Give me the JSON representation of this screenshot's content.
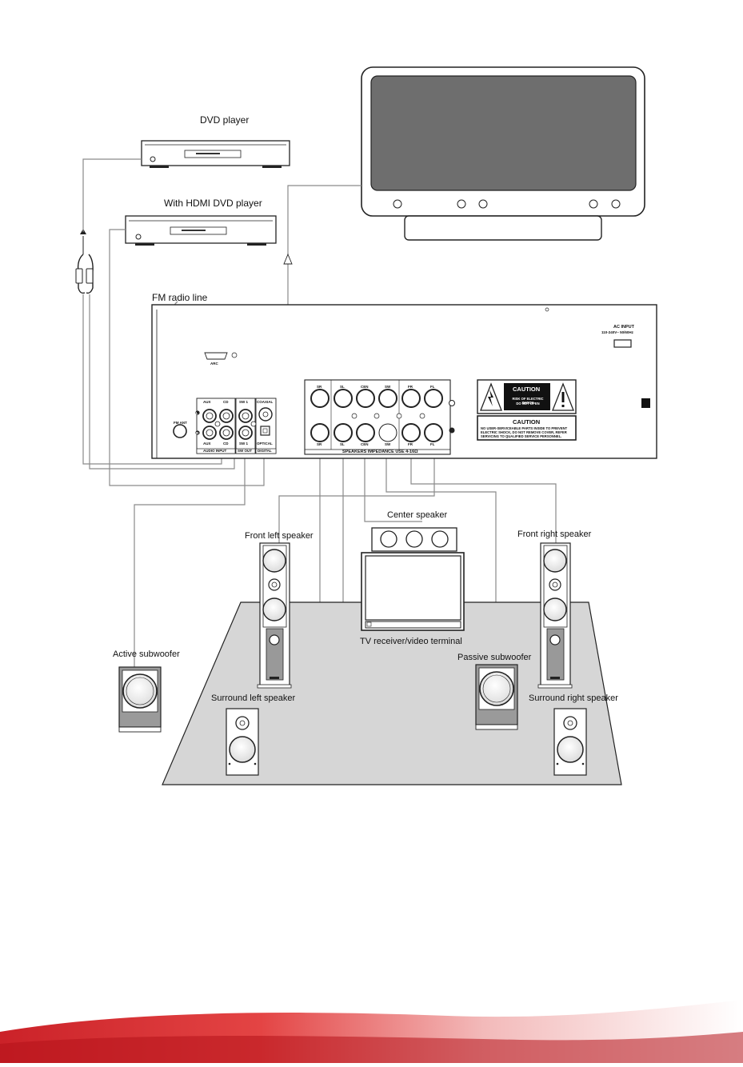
{
  "devices": {
    "dvd_player": "DVD player",
    "hdmi_dvd_player": "With HDMI DVD player",
    "fm_radio_line": "FM radio line"
  },
  "rear_panel": {
    "arc": "ARC",
    "fm_ant": "FM ANT",
    "aux": "AUX",
    "cd": "CD",
    "aux_bottom": "AUX",
    "cd_bottom": "CD",
    "left_marker": "L",
    "right_marker": "R",
    "sw1_top": "SW 1",
    "sw1_bottom": "SW 1",
    "coaxial": "COAXIAL",
    "optical": "OPTICAL",
    "audio_input": "AUDIO INPUT",
    "sw_out": "SW OUT",
    "digital": "DIGITAL",
    "speaker_top": [
      "SR",
      "SL",
      "CEN",
      "SW",
      "FR",
      "FL"
    ],
    "speaker_bottom": [
      "SR",
      "SL",
      "CEN",
      "SW",
      "FR",
      "FL"
    ],
    "speakers_impedance": "SPEAKERS IMPEDANCE USE 4-16Ω",
    "ac_input": "AC INPUT",
    "ac_rating": "110-240V~ 50/60Hz",
    "caution_1": "CAUTION",
    "caution_1_text_1": "RISK OF ELECTRIC SHOCK",
    "caution_1_text_2": "DO NOT OPEN",
    "caution_2": "CAUTION",
    "caution_2_text": "NO USER-SERVICEABLE PARTS INSIDE TO PREVENT ELECTRIC SHOCK, DO NOT REMOVE COVER, REFER SERVICING TO QUALIFIED SERVICE PERSONNEL."
  },
  "speakers": {
    "center": "Center speaker",
    "front_left": "Front left speaker",
    "front_right": "Front right speaker",
    "tv_receiver": "TV receiver/video terminal",
    "active_subwoofer": "Active subwoofer",
    "passive_subwoofer": "Passive subwoofer",
    "surround_left": "Surround left speaker",
    "surround_right": "Surround right speaker"
  },
  "colors": {
    "line": "#222222",
    "wire": "#8a8a8a",
    "panel_fill": "#ffffff",
    "screen_fill": "#6e6e6e",
    "caution_black": "#111111",
    "footer_red": "#d9262c"
  }
}
